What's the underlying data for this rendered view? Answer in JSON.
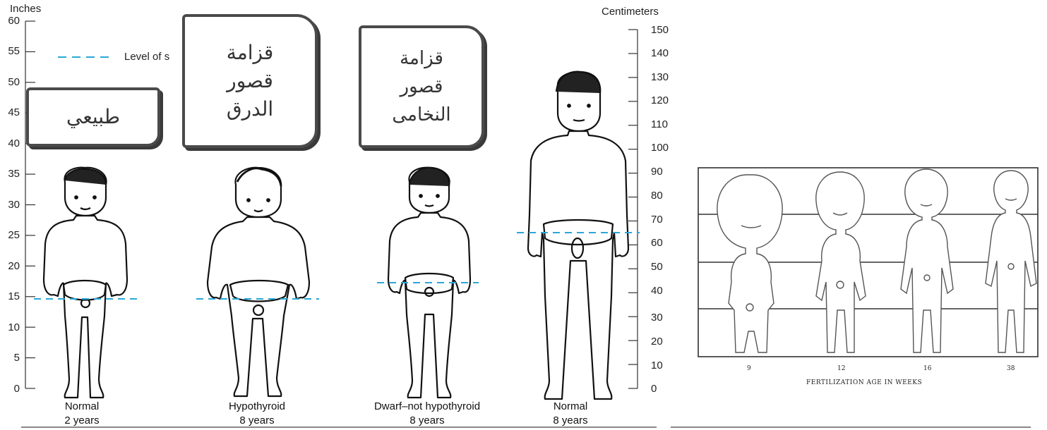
{
  "height_chart": {
    "left_axis": {
      "unit_label": "Inches",
      "ticks": [
        "60",
        "55",
        "50",
        "45",
        "40",
        "35",
        "30",
        "25",
        "20",
        "15",
        "10",
        "5",
        "0"
      ]
    },
    "right_axis": {
      "unit_label": "Centimeters",
      "ticks": [
        "150",
        "140",
        "130",
        "120",
        "110",
        "100",
        "90",
        "80",
        "70",
        "60",
        "50",
        "40",
        "30",
        "20",
        "10",
        "0"
      ]
    },
    "legend_text": "Level of s",
    "figures": [
      {
        "label": "Normal",
        "age": "2 years"
      },
      {
        "label": "Hypothyroid",
        "age": "8 years"
      },
      {
        "label": "Dwarf–not hypothyroid",
        "age": "8 years"
      },
      {
        "label": "Normal",
        "age": "8 years"
      }
    ]
  },
  "callouts": [
    {
      "lines": [
        "طبيعي"
      ]
    },
    {
      "lines": [
        "قزامة",
        "قصور",
        "الدرق"
      ]
    },
    {
      "lines": [
        "قزامة",
        "قصور",
        "النخامى"
      ]
    }
  ],
  "fetal_panel": {
    "ages": [
      "9",
      "12",
      "16",
      "38"
    ],
    "axis_title": "FERTILIZATION AGE IN WEEKS"
  },
  "colors": {
    "dash_line": "#2aa7d6",
    "callout_border": "#4a4a4a",
    "axis": "#333333"
  }
}
